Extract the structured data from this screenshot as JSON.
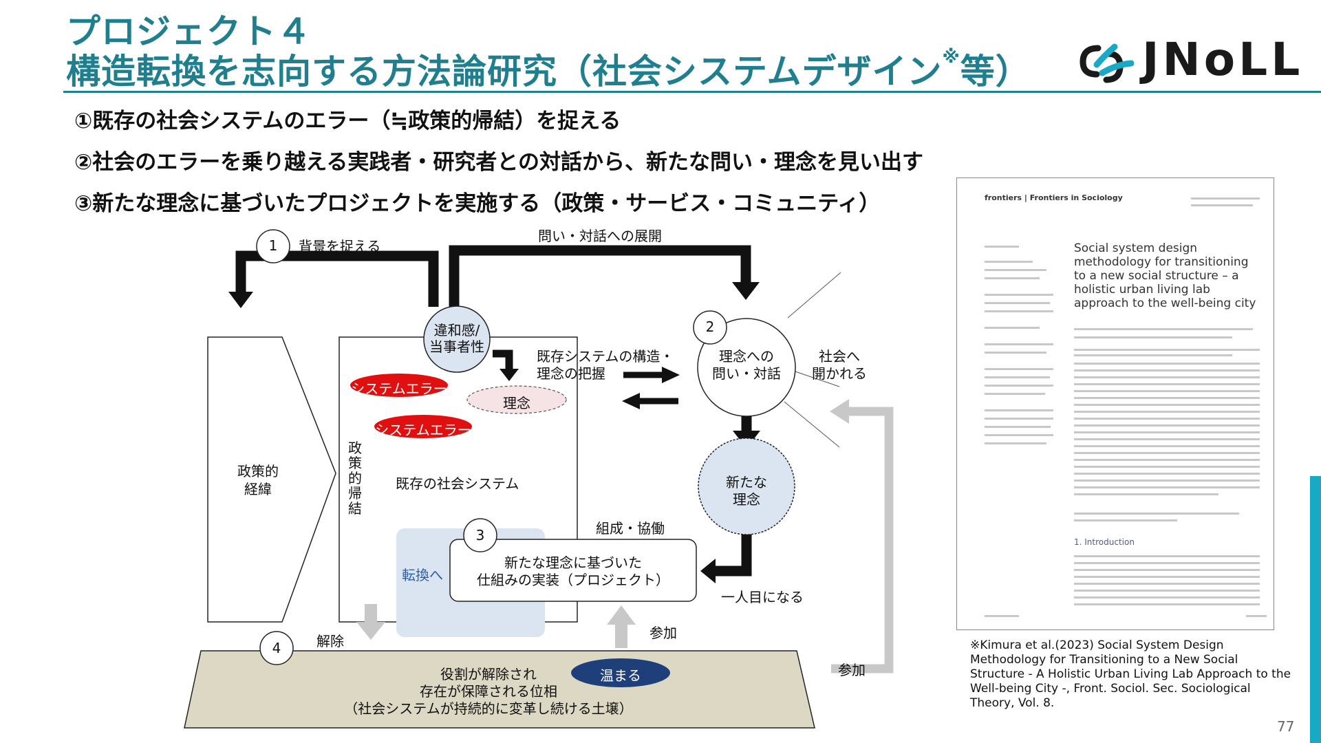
{
  "title": {
    "line1": "プロジェクト４",
    "line2": "構造転換を志向する方法論研究（社会システムデザイン",
    "mark": "※",
    "line2_end": "等）"
  },
  "logo": {
    "text": "JNoLL",
    "icon": "jnoll-link-icon"
  },
  "bullets": [
    "①既存の社会システムのエラー（≒政策的帰結）を捉える",
    "②社会のエラーを乗り越える実践者・研究者との対話から、新たな問い・理念を見い出す",
    "③新たな理念に基づいたプロジェクトを実施する（政策・サービス・コミュニティ）"
  ],
  "diagram": {
    "node1_num": "1",
    "node1_label": "背景を捉える",
    "top_arrow_label": "問い・対話への展開",
    "discomfort": "違和感/\n当事者性",
    "node2_num": "2",
    "node2_label": "理念への\n問い・対話",
    "society_open": "社会へ\n開かれる",
    "grasp": "既存システムの構造・\n理念の把握",
    "system_error1": "システムエラー",
    "system_error2": "システムエラー",
    "ideal": "理念",
    "policy_history": "政策的\n経緯",
    "policy_result": "政\n策\n的\n帰\n結",
    "existing_system": "既存の社会システム",
    "new_ideal": "新たな\n理念",
    "organize": "組成・協働",
    "node3_num": "3",
    "project": "新たな理念に基づいた\n仕組みの実装（プロジェクト）",
    "transition": "転換へ",
    "become_one": "一人目になる",
    "release": "解除",
    "participate1": "参加",
    "participate2": "参加",
    "node4_num": "4",
    "foundation": "役割が解除され\n存在が保障される位相\n（社会システムが持続的に変革し続ける土壌）",
    "warm": "温まる"
  },
  "paper": {
    "header": "frontiers | Frontiers in Sociology",
    "title": "Social system design methodology for transitioning to a new social structure – a holistic urban living lab approach to the well-being city",
    "intro": "1. Introduction"
  },
  "citation": "※Kimura et al.(2023) Social System Design Methodology for Transitioning to a New Social Structure - A Holistic Urban Living Lab Approach to the Well-being City -, Front. Sociol. Sec. Sociological Theory, Vol. 8.",
  "page_number": "77",
  "colors": {
    "accent": "#1f7f8f",
    "error_red": "#e01010",
    "node_blue": "#dbe5f2",
    "warm_navy": "#1e3f7a",
    "foundation": "#ddd8c4",
    "sidebar": "#18a9c4"
  }
}
